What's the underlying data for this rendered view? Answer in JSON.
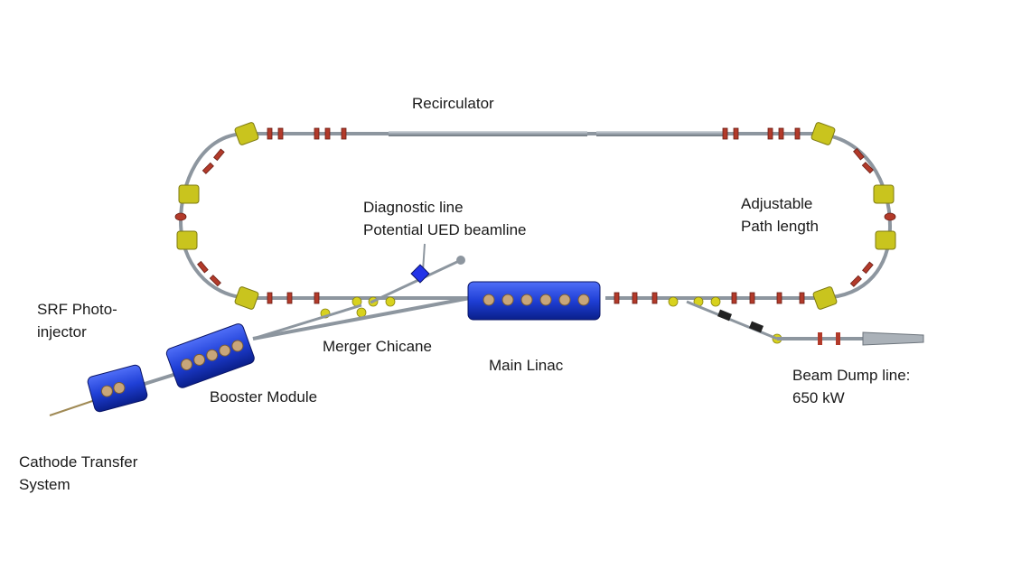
{
  "labels": {
    "recirculator": "Recirculator",
    "diagnostic_line": "Diagnostic line",
    "potential_ued": "Potential UED beamline",
    "adjustable": "Adjustable",
    "path_length": "Path length",
    "srf_photo": "SRF Photo-",
    "injector": "injector",
    "merger_chicane": "Merger Chicane",
    "main_linac": "Main Linac",
    "booster_module": "Booster Module",
    "beam_dump_line": "Beam Dump line:",
    "beam_dump_power": "650 kW",
    "cathode_transfer": "Cathode Transfer",
    "system": "System"
  },
  "colors": {
    "cryomodule": "#1f3fd6",
    "dipole": "#c9c41e",
    "quadrupole": "#b23a2a",
    "beampipe": "#9aa3ad",
    "cavity": "#c8a67a",
    "diag_box": "#2233e8"
  }
}
